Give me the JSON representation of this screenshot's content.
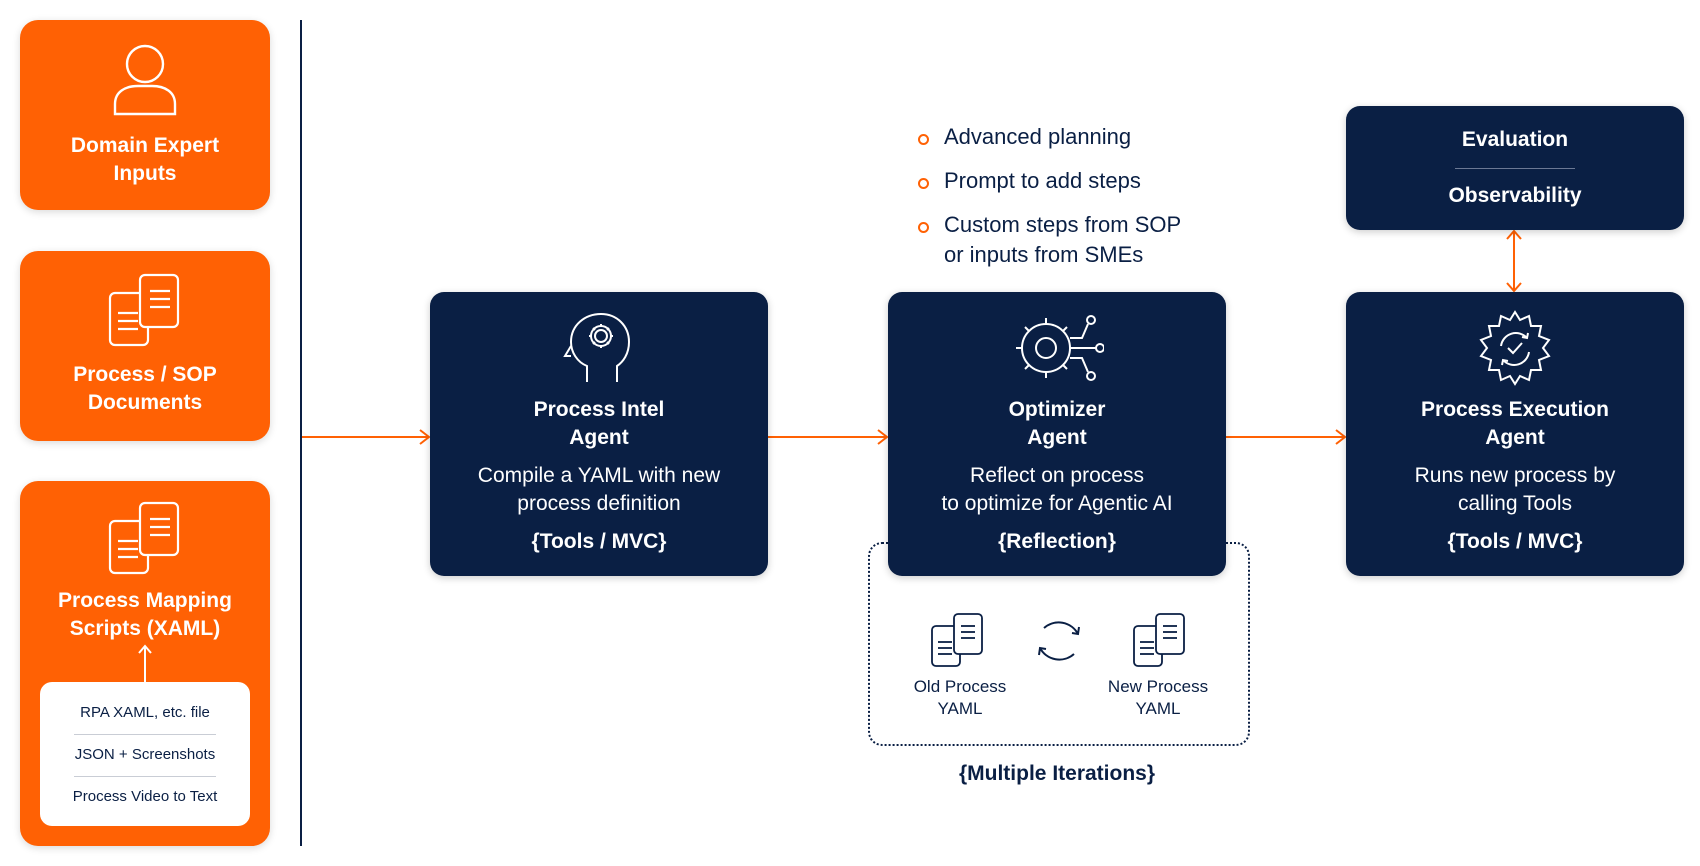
{
  "colors": {
    "orange": "#FF6104",
    "navy": "#0A1F44",
    "white": "#FFFFFF"
  },
  "inputs": [
    {
      "title_line1": "Domain Expert",
      "title_line2": "Inputs",
      "icon": "person-icon"
    },
    {
      "title_line1": "Process / SOP",
      "title_line2": "Documents",
      "icon": "documents-icon"
    },
    {
      "title_line1": "Process Mapping",
      "title_line2": "Scripts (XAML)",
      "icon": "documents-icon"
    }
  ],
  "script_sources": [
    "RPA XAML, etc. file",
    "JSON +  Screenshots",
    "Process Video to Text"
  ],
  "agents": [
    {
      "title_line1": "Process Intel",
      "title_line2": "Agent",
      "desc_line1": "Compile a YAML with new",
      "desc_line2": "process definition",
      "tag": "{Tools / MVC}",
      "icon": "head-gear-icon"
    },
    {
      "title_line1": "Optimizer",
      "title_line2": "Agent",
      "desc_line1": "Reflect on process",
      "desc_line2": "to optimize for Agentic AI",
      "tag": "{Reflection}",
      "icon": "gear-circuit-icon"
    },
    {
      "title_line1": "Process Execution",
      "title_line2": "Agent",
      "desc_line1": "Runs new process by",
      "desc_line2": "calling Tools",
      "tag": "{Tools / MVC}",
      "icon": "gear-check-icon"
    }
  ],
  "optimizer_features": [
    {
      "line1": "Advanced planning",
      "line2": ""
    },
    {
      "line1": "Prompt to add steps",
      "line2": ""
    },
    {
      "line1": "Custom steps from SOP",
      "line2": "or inputs from SMEs"
    }
  ],
  "monitoring": {
    "top": "Evaluation",
    "bottom": "Observability"
  },
  "iteration": {
    "old_line1": "Old Process",
    "old_line2": "YAML",
    "new_line1": "New Process",
    "new_line2": "YAML",
    "label": "{Multiple Iterations}"
  }
}
